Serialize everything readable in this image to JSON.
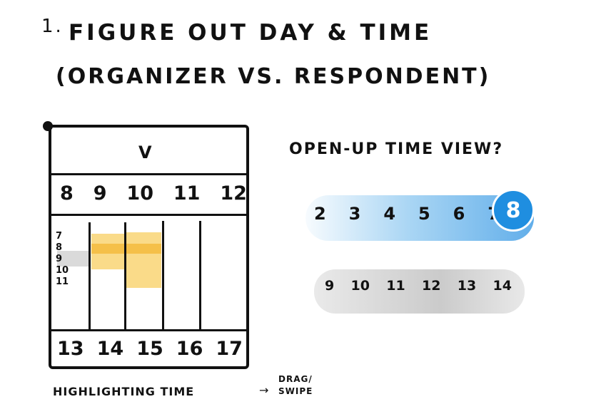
{
  "header": {
    "step_number": "1.",
    "title_line1": "FIGURE OUT DAY & TIME",
    "title_line2": "(ORGANIZER VS. RESPONDENT)"
  },
  "sketch": {
    "chevron": "V",
    "hours": [
      "8",
      "9",
      "10",
      "11",
      "12"
    ],
    "side_labels": [
      "7",
      "8",
      "9",
      "10",
      "11"
    ],
    "days": [
      "13",
      "14",
      "15",
      "16",
      "17"
    ],
    "highlight_color": "#f5be28",
    "label": "HIGHLIGHTING TIME",
    "arrow": "→",
    "action": "DRAG/ SWIPE"
  },
  "time_view": {
    "question": "OPEN-UP TIME VIEW?",
    "dates": [
      "2",
      "3",
      "4",
      "5",
      "6",
      "7"
    ],
    "selected_date": "8",
    "selected_color": "#1f8ee0",
    "times": [
      "9",
      "10",
      "11",
      "12",
      "13",
      "14"
    ]
  }
}
